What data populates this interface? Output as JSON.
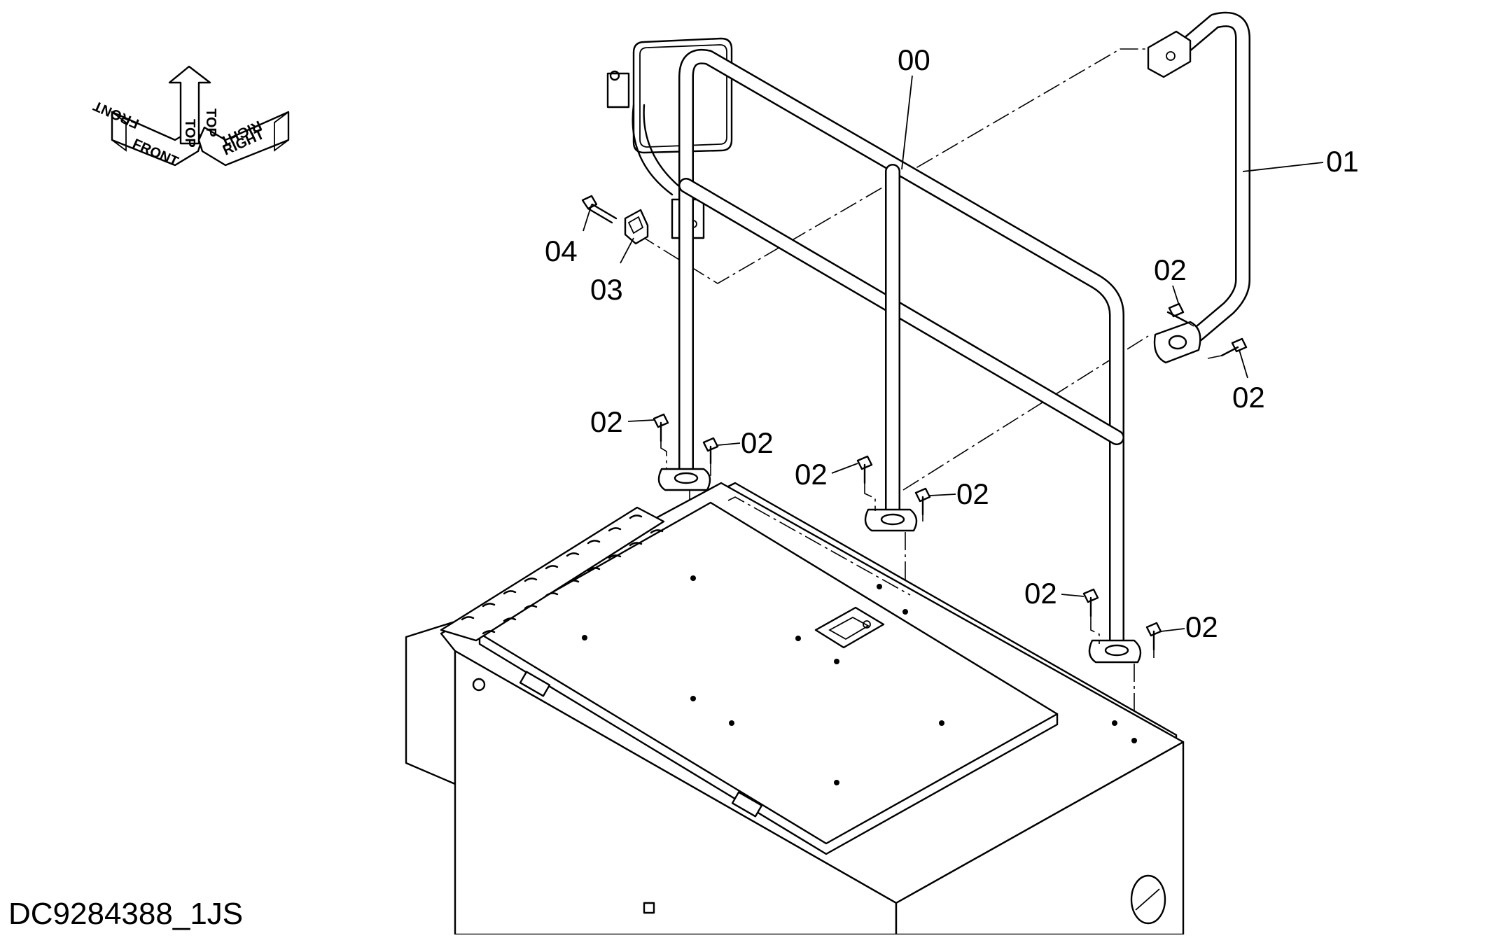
{
  "diagram": {
    "drawing_id": "DC9284388_1JS",
    "direction_indicator": {
      "labels": [
        "FRONT",
        "TOP",
        "RIGHT"
      ]
    },
    "callouts": {
      "c00": "00",
      "c01": "01",
      "c02": "02",
      "c03": "03",
      "c04": "04"
    }
  }
}
